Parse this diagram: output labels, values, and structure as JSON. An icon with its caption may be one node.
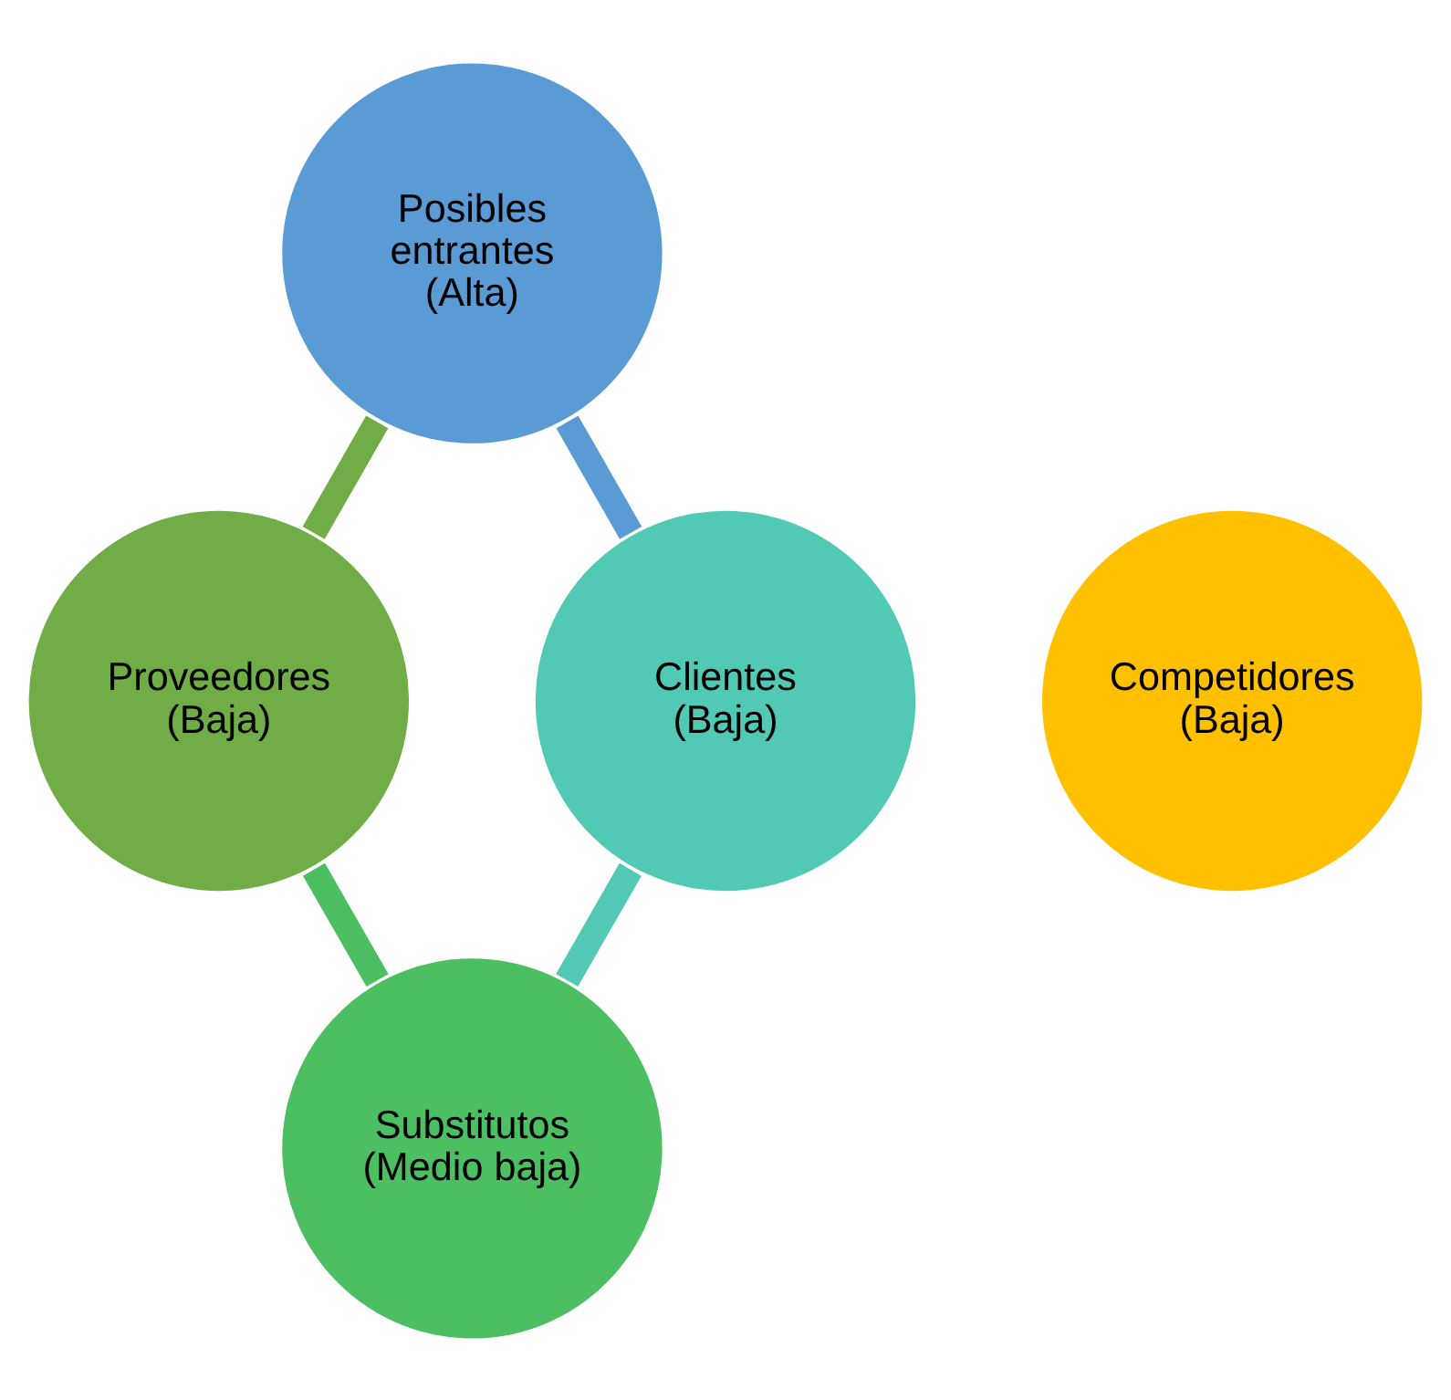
{
  "diagram": {
    "nodes": [
      {
        "text": [
          "Posibles entrantes (Alta)"
        ]
      },
      {
        "text": [
          "Proveedores (Baja)"
        ]
      },
      {
        "text": [
          "Competidores (Baja)"
        ]
      },
      {
        "text": [
          "Clientes (Baja)"
        ]
      },
      {
        "text": [
          "Substitutos (Medio baja)"
        ]
      }
    ],
    "edges": [
      {
        "from": 0,
        "to": 3,
        "arrow": "none",
        "color": "#5b9bd5"
      },
      {
        "from": 3,
        "to": 4,
        "arrow": "none",
        "color": "#52c9b5"
      },
      {
        "from": 4,
        "to": 1,
        "arrow": "none",
        "color": "#4cbf63"
      },
      {
        "from": 1,
        "to": 0,
        "arrow": "none",
        "color": "#70ad47"
      }
    ]
  }
}
